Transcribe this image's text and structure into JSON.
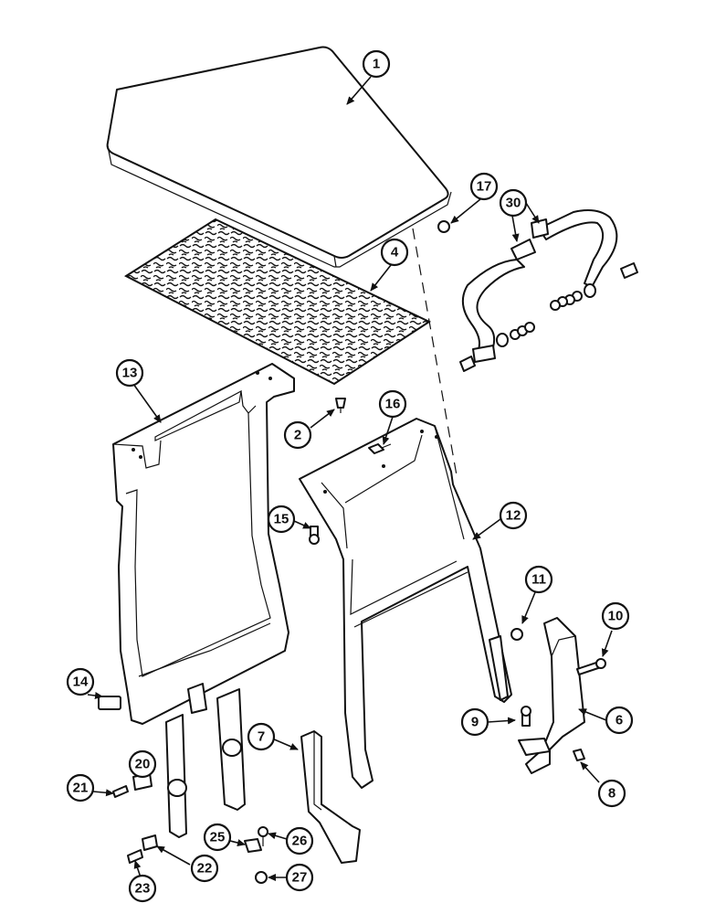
{
  "diagram": {
    "callouts": [
      {
        "id": "c1",
        "label": "1"
      },
      {
        "id": "c2",
        "label": "2"
      },
      {
        "id": "c4",
        "label": "4"
      },
      {
        "id": "c6",
        "label": "6"
      },
      {
        "id": "c7",
        "label": "7"
      },
      {
        "id": "c8",
        "label": "8"
      },
      {
        "id": "c9",
        "label": "9"
      },
      {
        "id": "c10",
        "label": "10"
      },
      {
        "id": "c11",
        "label": "11"
      },
      {
        "id": "c12",
        "label": "12"
      },
      {
        "id": "c13",
        "label": "13"
      },
      {
        "id": "c14",
        "label": "14"
      },
      {
        "id": "c15",
        "label": "15"
      },
      {
        "id": "c16",
        "label": "16"
      },
      {
        "id": "c17",
        "label": "17"
      },
      {
        "id": "c20",
        "label": "20"
      },
      {
        "id": "c21",
        "label": "21"
      },
      {
        "id": "c22",
        "label": "22"
      },
      {
        "id": "c23",
        "label": "23"
      },
      {
        "id": "c25",
        "label": "25"
      },
      {
        "id": "c26",
        "label": "26"
      },
      {
        "id": "c27",
        "label": "27"
      },
      {
        "id": "c30",
        "label": "30"
      }
    ]
  }
}
